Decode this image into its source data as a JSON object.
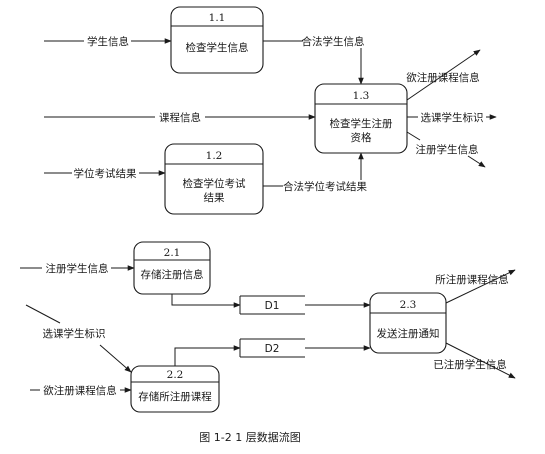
{
  "processes": [
    {
      "id": "1.1",
      "name": [
        "检查学生信息"
      ]
    },
    {
      "id": "1.2",
      "name": [
        "检查学位考试",
        "结果"
      ]
    },
    {
      "id": "1.3",
      "name": [
        "检查学生注册",
        "资格"
      ]
    },
    {
      "id": "2.1",
      "name": [
        "存储注册信息"
      ]
    },
    {
      "id": "2.2",
      "name": [
        "存储所注册课程"
      ]
    },
    {
      "id": "2.3",
      "name": [
        "发送注册通知"
      ]
    }
  ],
  "stores": [
    {
      "label": "D1"
    },
    {
      "label": "D2"
    }
  ],
  "flows": {
    "student_info": "学生信息",
    "valid_student_info": "合法学生信息",
    "course_info": "课程信息",
    "degree_exam_result": "学位考试结果",
    "valid_degree_exam_result": "合法学位考试结果",
    "wanted_course_info_out": "欲注册课程信息",
    "course_student_id_out": "选课学生标识",
    "registered_student_info_out": "注册学生信息",
    "registered_student_info_in": "注册学生信息",
    "course_student_id_in": "选课学生标识",
    "wanted_course_info_in": "欲注册课程信息",
    "registered_course_info": "所注册课程信息",
    "already_registered_student_info": "已注册学生信息"
  },
  "caption": "图 1-2   1 层数据流图"
}
